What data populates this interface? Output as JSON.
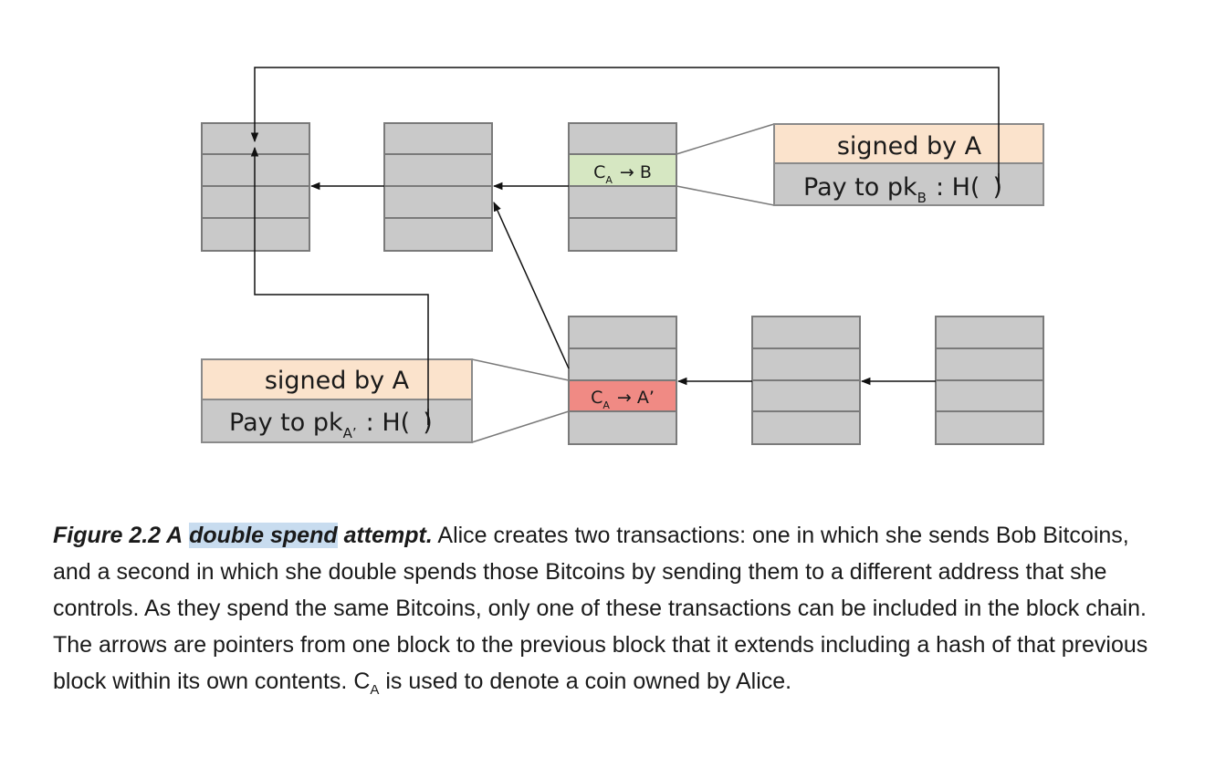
{
  "diagram": {
    "upper_tx": {
      "coin": "C",
      "coin_sub": "A",
      "arrow": "→",
      "recipient": "B",
      "signed": "signed by A",
      "pay_prefix": "Pay to pk",
      "pay_sub": "B",
      "pay_suffix": ": H(",
      "pay_close": ")"
    },
    "lower_tx": {
      "coin": "C",
      "coin_sub": "A",
      "arrow": "→",
      "recipient": "A’",
      "signed": "signed by A",
      "pay_prefix": "Pay to pk",
      "pay_sub": "A’",
      "pay_suffix": ": H(",
      "pay_close": ")"
    },
    "colors": {
      "block_fill": "#c9c9c9",
      "block_stroke": "#7a7a7a",
      "tx_b_fill": "#d6e7c2",
      "tx_a_fill": "#f08a84",
      "signed_fill": "#fbe3cc"
    }
  },
  "caption": {
    "figure_label": "Figure 2.2 A",
    "highlight": "double spend",
    "figure_title_end": "attempt.",
    "body": "Alice creates two transactions: one in which she sends Bob Bitcoins, and a second in which she double spends those Bitcoins by sending them to a different address that she controls. As they spend the same Bitcoins, only one of these transactions can be included in the block chain. The arrows are pointers from one block to the previous block that it extends including a hash of that previous block within its own contents.",
    "coin": "C",
    "coin_sub": "A",
    "tail": "is used to denote a coin owned by Alice."
  }
}
